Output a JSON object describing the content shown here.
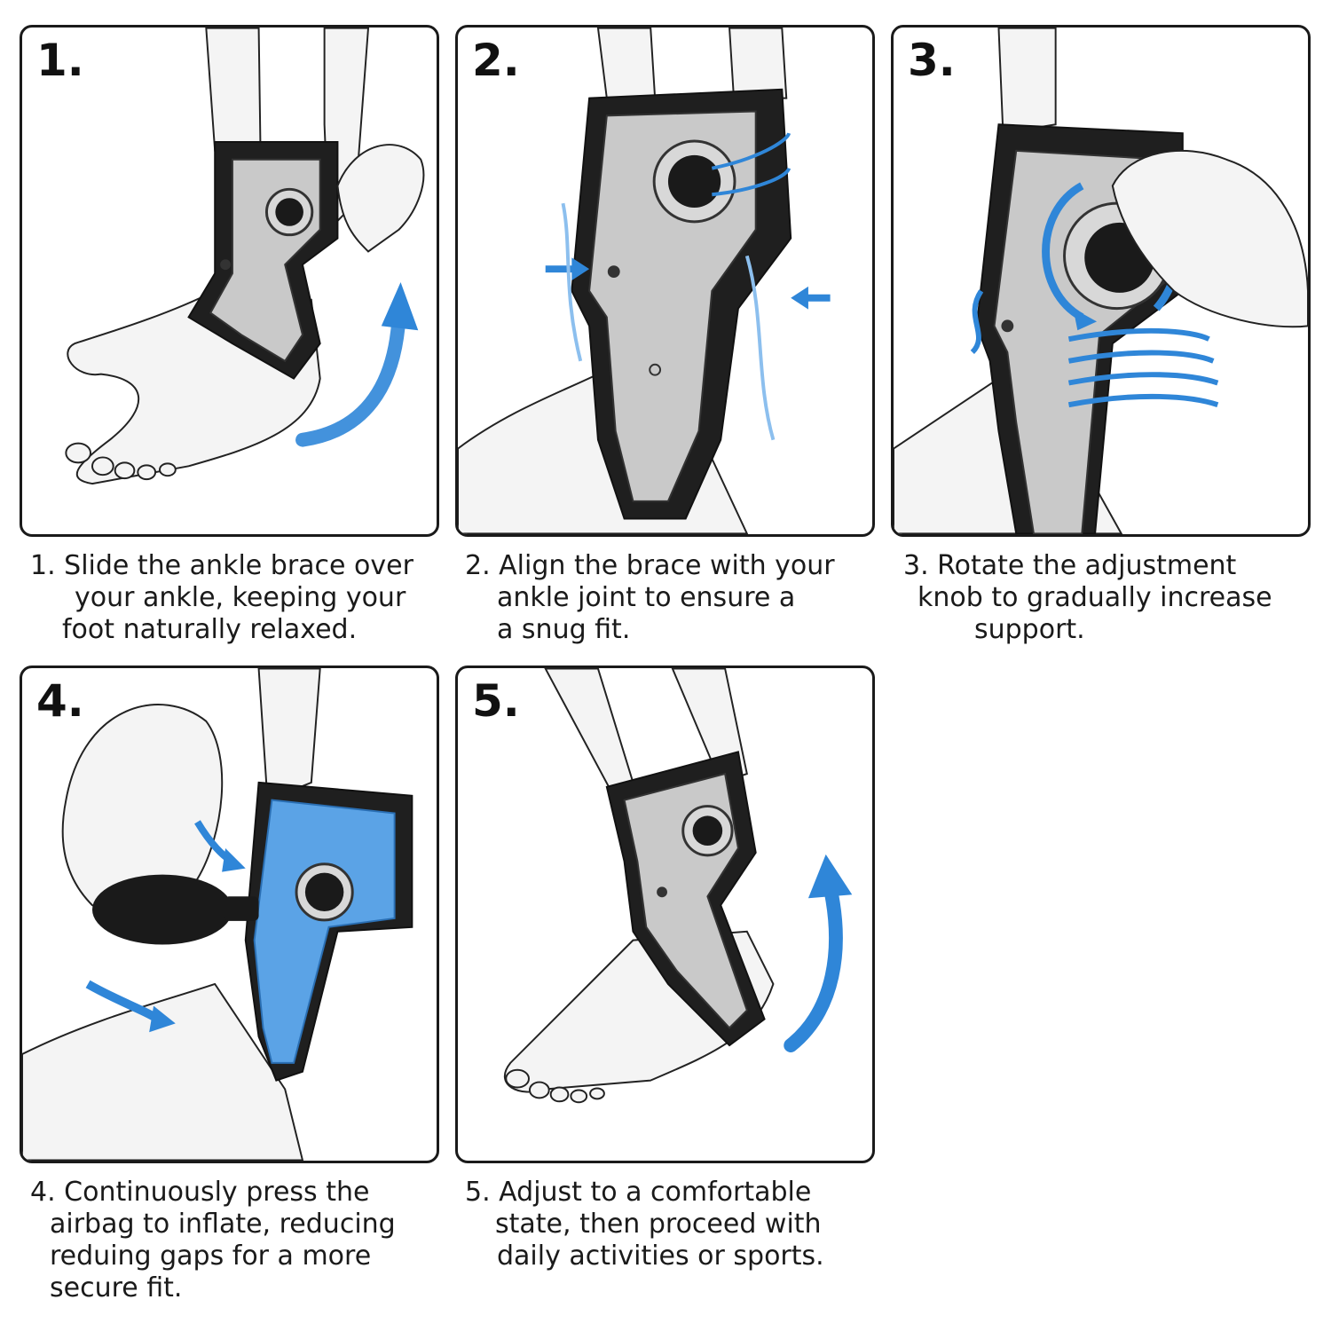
{
  "steps": [
    {
      "number": "1.",
      "caption_lines": [
        "1. Slide the ankle brace over",
        "your ankle, keeping your",
        "foot naturally relaxed."
      ]
    },
    {
      "number": "2.",
      "caption_lines": [
        "2. Align the brace with your",
        "ankle joint to ensure a",
        "a snug fit."
      ]
    },
    {
      "number": "3.",
      "caption_lines": [
        "3. Rotate the adjustment",
        "knob to gradually increase",
        "support."
      ]
    },
    {
      "number": "4.",
      "caption_lines": [
        "4. Continuously press the",
        "airbag to inflate, reducing",
        "reduing gaps for a more",
        "secure fit."
      ]
    },
    {
      "number": "5.",
      "caption_lines": [
        "5. Adjust to a comfortable",
        "state, then proceed with",
        "daily activities or sports."
      ]
    }
  ],
  "colors": {
    "brace_frame": "#1f1f1f",
    "brace_shell": "#c9c9c9",
    "arrow_blue": "#2f86d8",
    "airbag_blue": "#5ba3e6"
  }
}
